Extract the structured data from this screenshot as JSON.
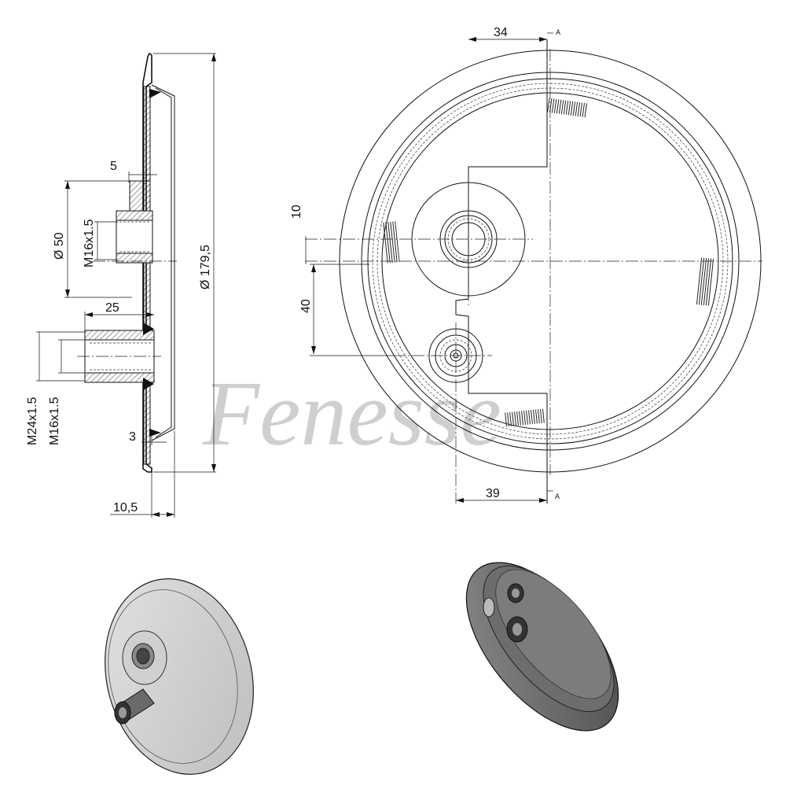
{
  "watermark": "Fenesse",
  "side_view": {
    "dim_top_thickness": "5",
    "dim_boss_diameter": "Ø 50",
    "dim_thread_upper": "M16x1.5",
    "dim_fitting_length": "25",
    "dim_thread_outer": "M24x1.5",
    "dim_thread_inner": "M16x1.5",
    "dim_flange": "3",
    "dim_depth": "10,5",
    "dim_overall_diameter": "Ø 179,5"
  },
  "front_view": {
    "dim_top_offset": "34",
    "dim_bottom_offset": "39",
    "dim_center_offset": "10",
    "dim_hole_spacing": "40",
    "section_label_top": "A",
    "section_label_bottom": "A"
  }
}
